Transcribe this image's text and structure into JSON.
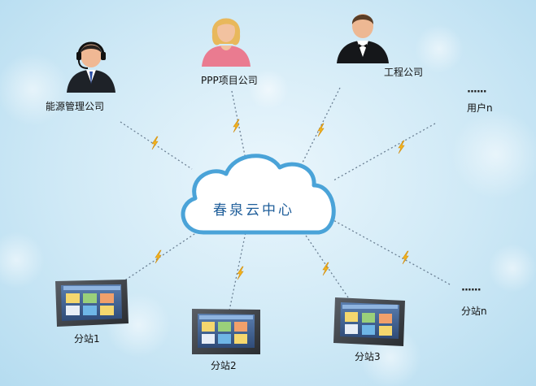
{
  "center": {
    "label": "春泉云中心"
  },
  "nodes": {
    "energy_company": {
      "label": "能源管理公司"
    },
    "ppp_company": {
      "label": "PPP项目公司"
    },
    "engineering_company": {
      "label": "工程公司"
    },
    "user_n": {
      "dots": "······",
      "label": "用户n"
    },
    "substation_1": {
      "label": "分站1"
    },
    "substation_2": {
      "label": "分站2"
    },
    "substation_3": {
      "label": "分站3"
    },
    "substation_n": {
      "dots": "······",
      "label": "分站n"
    }
  },
  "colors": {
    "link": "#6a7f93",
    "bolt": "#f2b41c",
    "cloud_outline": "#4aa3d8",
    "cloud_text": "#1f5e9a"
  },
  "icons": {
    "person": "person-icon",
    "lightning": "lightning-icon",
    "cloud": "cloud-icon",
    "touch_panel": "touch-panel-icon"
  }
}
